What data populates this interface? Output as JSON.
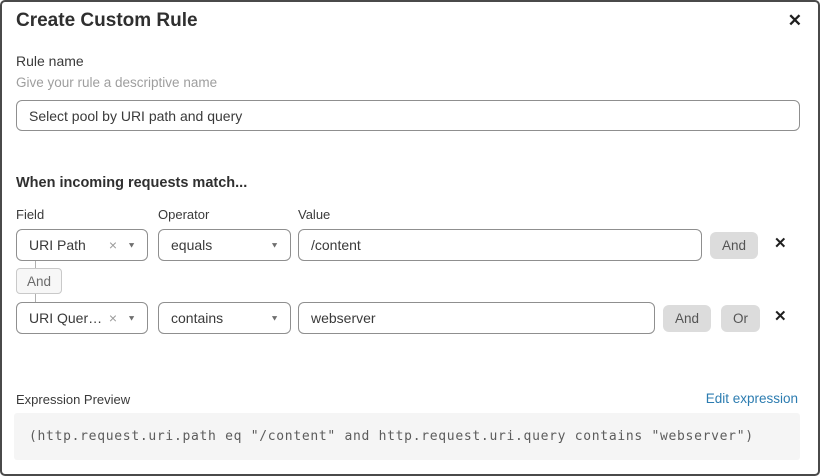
{
  "dialog": {
    "title": "Create Custom Rule"
  },
  "icons": {
    "close": "✕",
    "delete": "✕",
    "clear": "×",
    "caret": "▼"
  },
  "rule_name": {
    "label": "Rule name",
    "helper": "Give your rule a descriptive name",
    "value": "Select pool by URI path and query"
  },
  "match": {
    "heading": "When incoming requests match...",
    "columns": {
      "field": "Field",
      "operator": "Operator",
      "value": "Value"
    },
    "connector": "And",
    "rows": [
      {
        "field": "URI Path",
        "operator": "equals",
        "value": "/content",
        "and_label": "And"
      },
      {
        "field": "URI Query St...",
        "operator": "contains",
        "value": "webserver",
        "and_label": "And",
        "or_label": "Or"
      }
    ]
  },
  "expression": {
    "label": "Expression Preview",
    "edit_link": "Edit expression",
    "code": "(http.request.uri.path eq \"/content\" and http.request.uri.query contains \"webserver\")"
  },
  "colors": {
    "link": "#2c7cb0",
    "button_bg": "#dcdcdc",
    "code_bg": "#f5f5f5",
    "border": "#8f8f8f"
  }
}
